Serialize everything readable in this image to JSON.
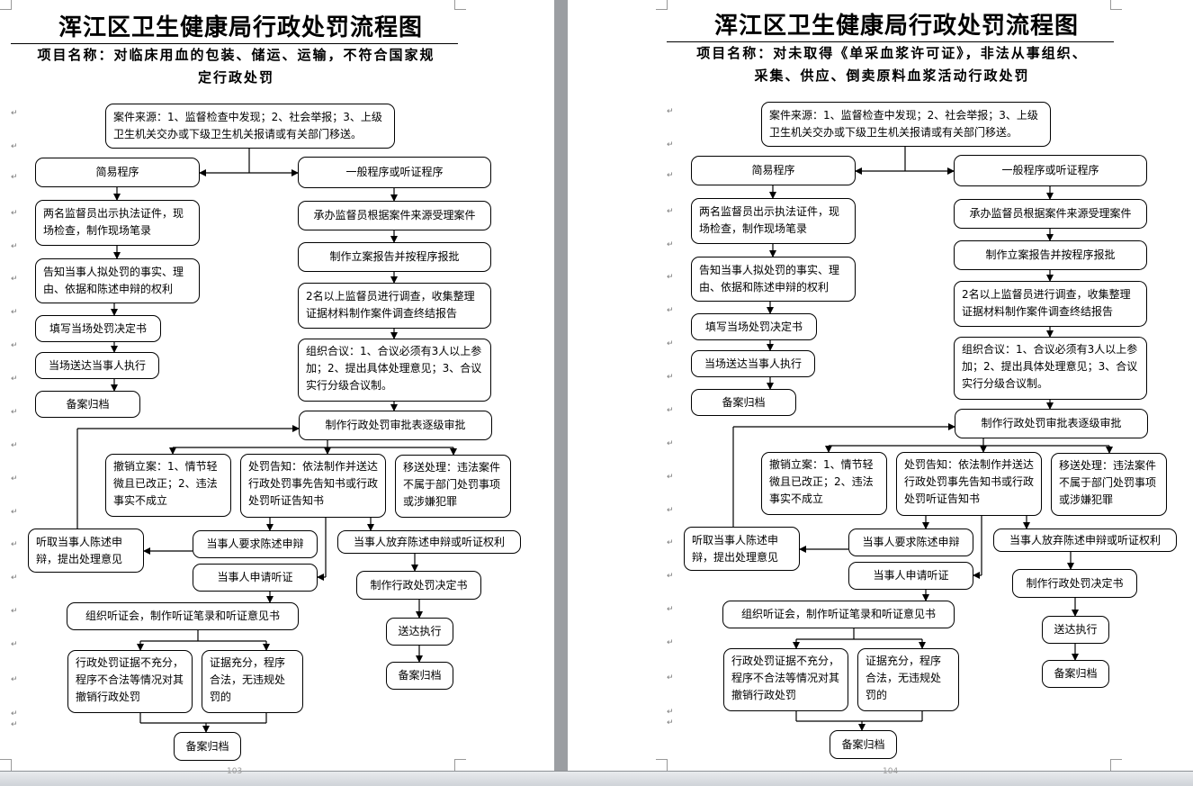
{
  "pages": [
    {
      "title": "浑江区卫生健康局行政处罚流程图",
      "project_line1": "项目名称：对临床用血的包装、储运、运输，不符合国家规",
      "project_line2": "定行政处罚",
      "page_number": "103",
      "boxes": {
        "source": "案件来源：1、监督检查中发现；2、社会举报；3、上级卫生机关交办或下级卫生机关报请或有关部门移送。",
        "simple": "简易程序",
        "general": "一般程序或听证程序",
        "inspect": "两名监督员出示执法证件，现场检查，制作现场笔录",
        "accept": "承办监督员根据案件来源受理案件",
        "file": "制作立案报告并按程序报批",
        "notify": "告知当事人拟处罚的事实、理由、依据和陈述申辩的权利",
        "investigate": "2名以上监督员进行调查，收集整理证据材料制作案件调查终结报告",
        "fill": "填写当场处罚决定书",
        "deliver_spot": "当场送达当事人执行",
        "archive_simple": "备案归档",
        "meeting": "组织合议：1、合议必须有3人以上参加；2、提出具体处理意见；3、合议实行分级合议制。",
        "approval": "制作行政处罚审批表逐级审批",
        "revoke": "撤销立案：1、情节轻微且已改正；2、违法事实不成立",
        "notice": "处罚告知：依法制作并送达行政处罚事先告知书或行政处罚听证告知书",
        "transfer": "移送处理：违法案件不属于部门处罚事项或涉嫌犯罪",
        "hear": "听取当事人陈述申辩，提出处理意见",
        "request_statement": "当事人要求陈述申辩",
        "waive": "当事人放弃陈述申辩或听证权利",
        "request_hearing": "当事人申请听证",
        "decision": "制作行政处罚决定书",
        "organize_hearing": "组织听证会，制作听证笔录和听证意见书",
        "deliver_exec": "送达执行",
        "insufficient": "行政处罚证据不充分，程序不合法等情况对其撤销行政处罚",
        "sufficient": "证据充分，程序合法，无违规处罚的",
        "archive_general": "备案归档",
        "archive_final": "备案归档"
      }
    },
    {
      "title": "浑江区卫生健康局行政处罚流程图",
      "project_line1": "项目名称：对未取得《单采血浆许可证》，非法从事组织、",
      "project_line2": "采集、供应、倒卖原料血浆活动行政处罚",
      "page_number": "104",
      "boxes": {
        "source": "案件来源：1、监督检查中发现；2、社会举报；3、上级卫生机关交办或下级卫生机关报请或有关部门移送。",
        "simple": "简易程序",
        "general": "一般程序或听证程序",
        "inspect": "两名监督员出示执法证件，现场检查，制作现场笔录",
        "accept": "承办监督员根据案件来源受理案件",
        "file": "制作立案报告并按程序报批",
        "notify": "告知当事人拟处罚的事实、理由、依据和陈述申辩的权利",
        "investigate": "2名以上监督员进行调查，收集整理证据材料制作案件调查终结报告",
        "fill": "填写当场处罚决定书",
        "deliver_spot": "当场送达当事人执行",
        "archive_simple": "备案归档",
        "meeting": "组织合议：1、合议必须有3人以上参加；2、提出具体处理意见；3、合议实行分级合议制。",
        "approval": "制作行政处罚审批表逐级审批",
        "revoke": "撤销立案：1、情节轻微且已改正；2、违法事实不成立",
        "notice": "处罚告知：依法制作并送达行政处罚事先告知书或行政处罚听证告知书",
        "transfer": "移送处理：违法案件不属于部门处罚事项或涉嫌犯罪",
        "hear": "听取当事人陈述申辩，提出处理意见",
        "request_statement": "当事人要求陈述申辩",
        "waive": "当事人放弃陈述申辩或听证权利",
        "request_hearing": "当事人申请听证",
        "decision": "制作行政处罚决定书",
        "organize_hearing": "组织听证会，制作听证笔录和听证意见书",
        "deliver_exec": "送达执行",
        "insufficient": "行政处罚证据不充分，程序不合法等情况对其撤销行政处罚",
        "sufficient": "证据充分，程序合法，无违规处罚的",
        "archive_general": "备案归档",
        "archive_final": "备案归档"
      }
    }
  ]
}
